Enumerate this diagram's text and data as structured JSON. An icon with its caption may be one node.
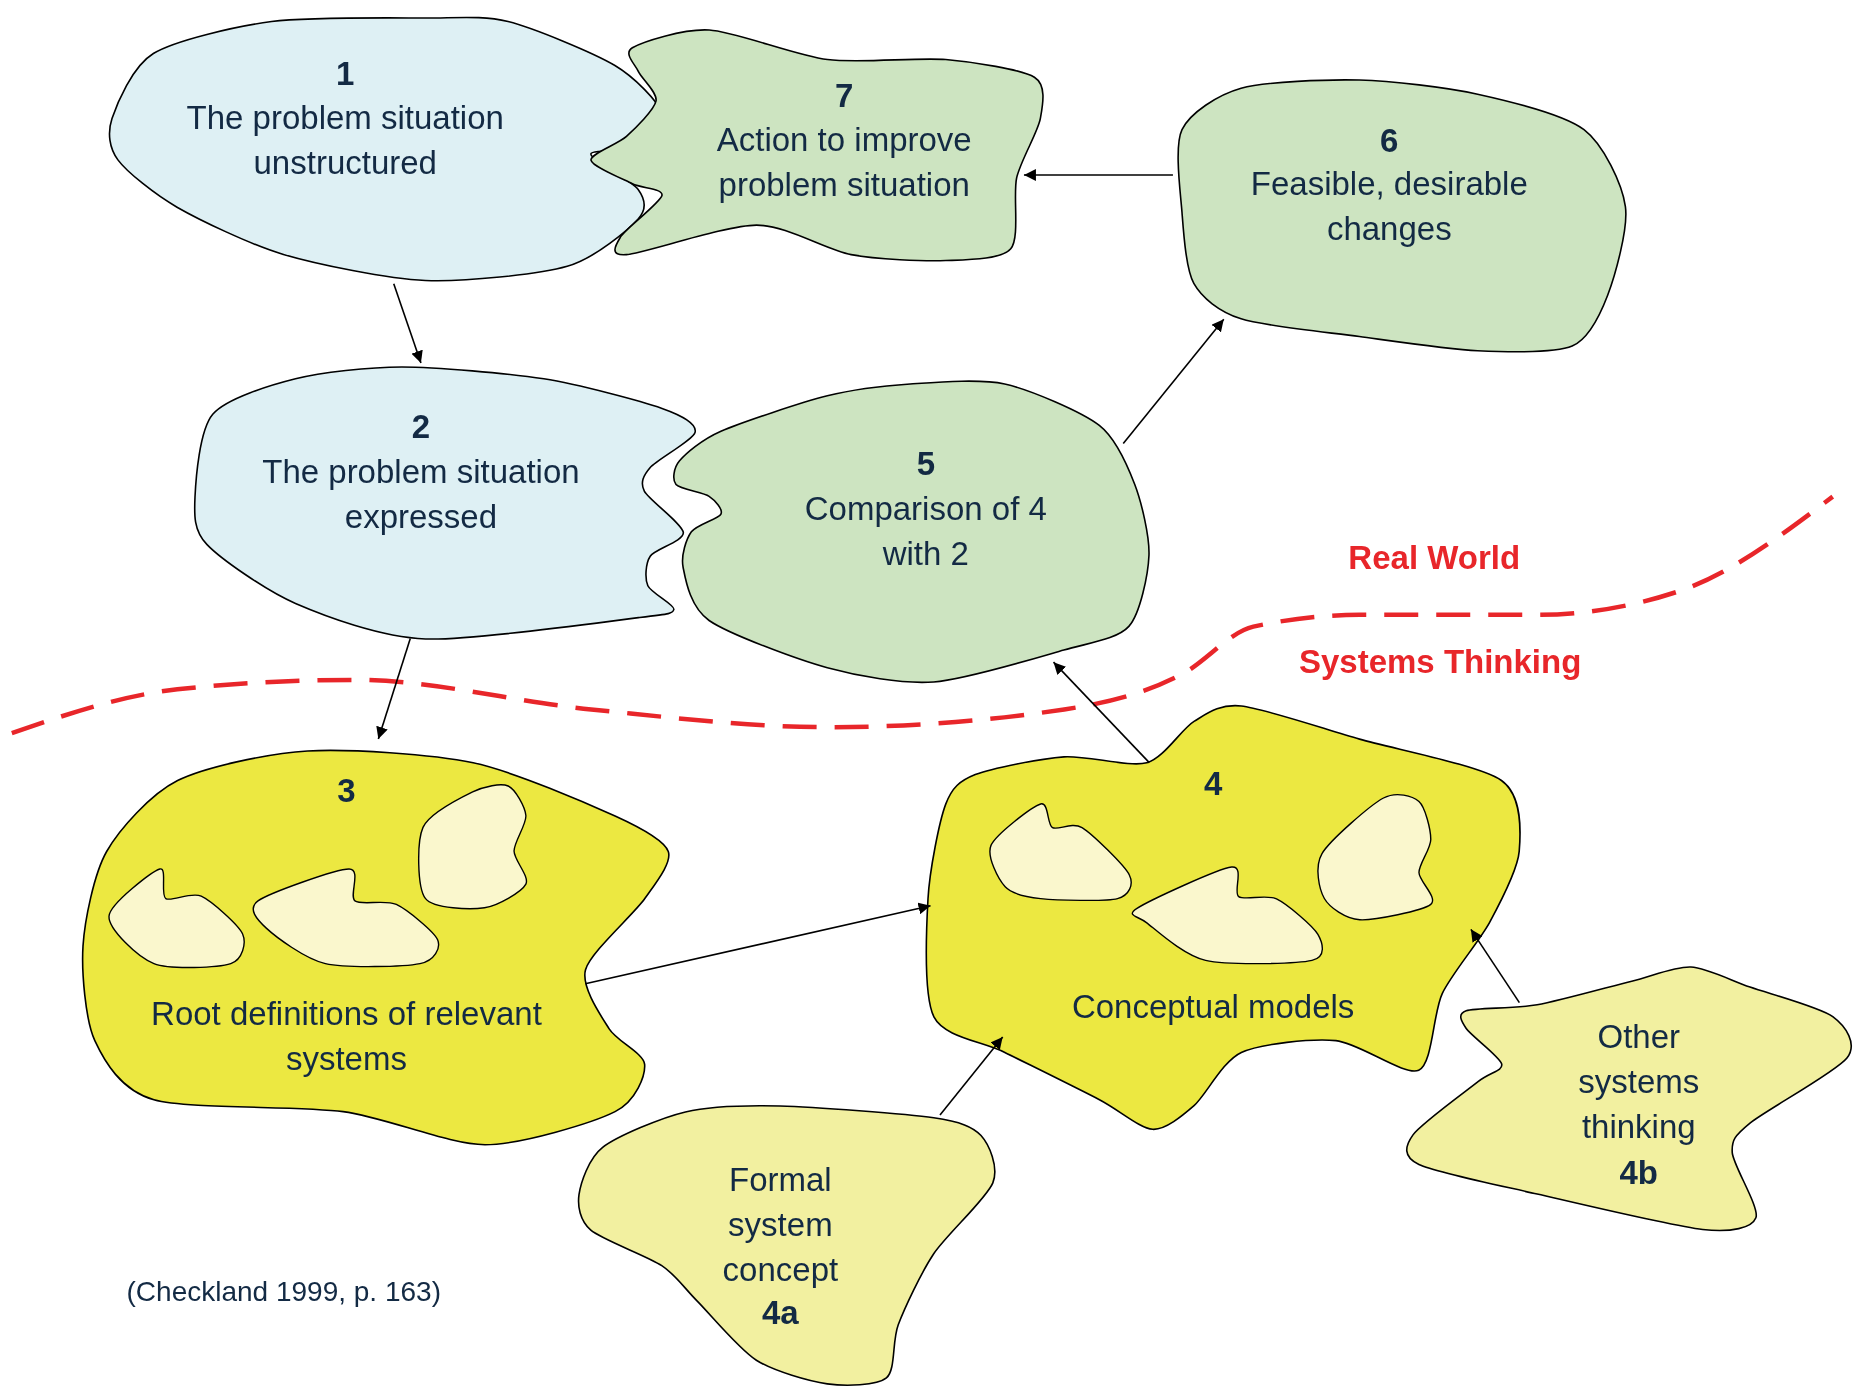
{
  "diagram": {
    "caption": "(Checkland 1999, p. 163)",
    "nodes": [
      {
        "text": [
          "1",
          "The problem situation unstructured"
        ]
      },
      {
        "text": [
          "7",
          "Action to improve problem situation"
        ]
      },
      {
        "text": [
          "6",
          "Feasible, desirable changes"
        ]
      },
      {
        "text": [
          "2",
          "The problem situation expressed"
        ]
      },
      {
        "text": [
          "5",
          "Comparison of 4 with 2"
        ]
      },
      {
        "text": [
          "3",
          "Root definitions of relevant systems"
        ]
      },
      {
        "text": [
          "4",
          "Conceptual models"
        ]
      },
      {
        "text": [
          "Formal system concept",
          "4a"
        ]
      },
      {
        "text": [
          "Other systems thinking",
          "4b"
        ]
      },
      {
        "text": [],
        "shape": "cloud",
        "in": 5
      },
      {
        "text": [],
        "shape": "cloud",
        "in": 5
      },
      {
        "text": [],
        "shape": "cloud",
        "in": 5
      },
      {
        "text": [],
        "shape": "cloud",
        "in": 6
      },
      {
        "text": [],
        "shape": "cloud",
        "in": 6
      },
      {
        "text": [],
        "shape": "cloud",
        "in": 6
      }
    ],
    "edges": [
      {
        "from": 0,
        "to": 3,
        "arrow": "to"
      },
      {
        "from": 3,
        "to": 5,
        "arrow": "to"
      },
      {
        "from": 5,
        "to": 6,
        "arrow": "to"
      },
      {
        "from": 7,
        "to": 6,
        "arrow": "to"
      },
      {
        "from": 8,
        "to": 6,
        "arrow": "to"
      },
      {
        "from": 6,
        "to": 4,
        "arrow": "to"
      },
      {
        "from": 4,
        "to": 2,
        "arrow": "to"
      },
      {
        "from": 2,
        "to": 1,
        "arrow": "to"
      }
    ],
    "labels": [
      "Real World",
      "Systems Thinking"
    ]
  }
}
